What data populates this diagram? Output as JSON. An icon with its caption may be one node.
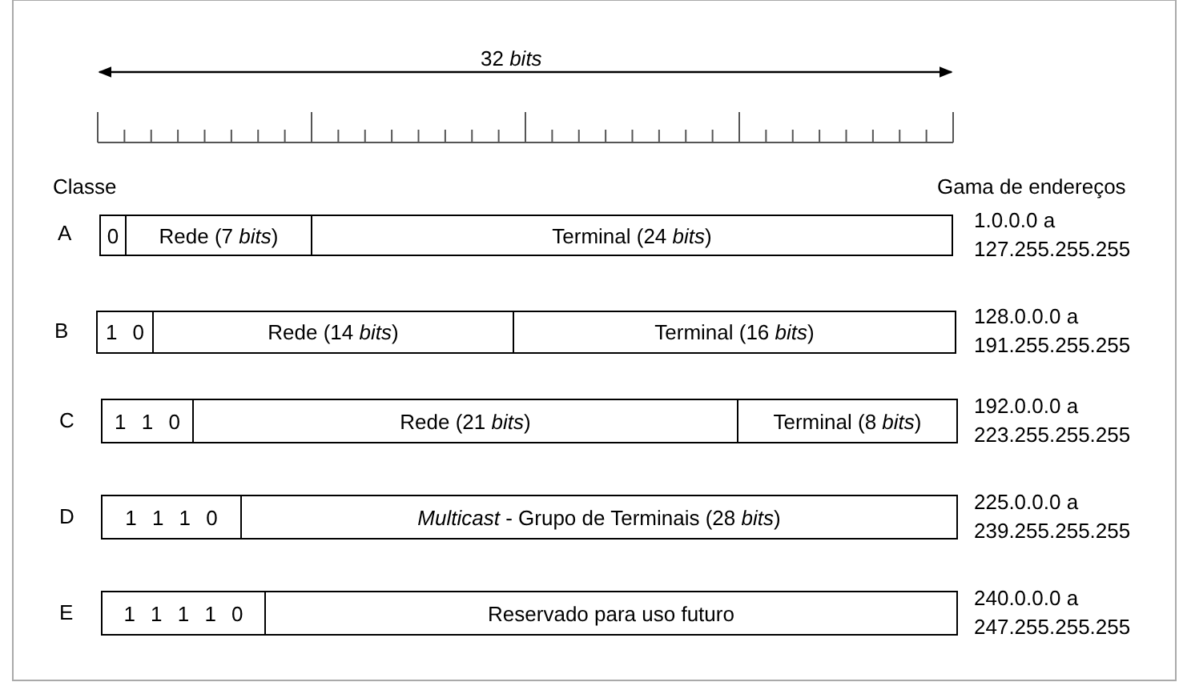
{
  "diagram": {
    "nodes": [
      {
        "text": [
          "0"
        ]
      },
      {
        "text": [
          "Rede (7 *bits*)"
        ]
      },
      {
        "text": [
          "Terminal (24 *bits*)"
        ]
      },
      {
        "text": [
          "1 0"
        ]
      },
      {
        "text": [
          "Rede (14 *bits*)"
        ]
      },
      {
        "text": [
          "Terminal (16 *bits*)"
        ]
      },
      {
        "text": [
          "1 1 0"
        ]
      },
      {
        "text": [
          "Rede (21 *bits*)"
        ]
      },
      {
        "text": [
          "Terminal (8 *bits*)"
        ]
      },
      {
        "text": [
          "1 1 1 0"
        ]
      },
      {
        "text": [
          "*Multicast* - Grupo de Terminais (28 *bits*)"
        ]
      },
      {
        "text": [
          "1 1 1 1 0"
        ]
      },
      {
        "text": [
          "Reservado para uso futuro"
        ]
      }
    ],
    "edges": [],
    "labels": [
      "32 *bits*",
      "Classe",
      "Gama de endereços",
      "A",
      "1.0.0.0 a 127.255.255.255",
      "B",
      "128.0.0.0 a 191.255.255.255",
      "C",
      "192.0.0.0 a 223.255.255.255",
      "D",
      "225.0.0.0 a 239.255.255.255",
      "E",
      "240.0.0.0 a 247.255.255.255"
    ]
  }
}
